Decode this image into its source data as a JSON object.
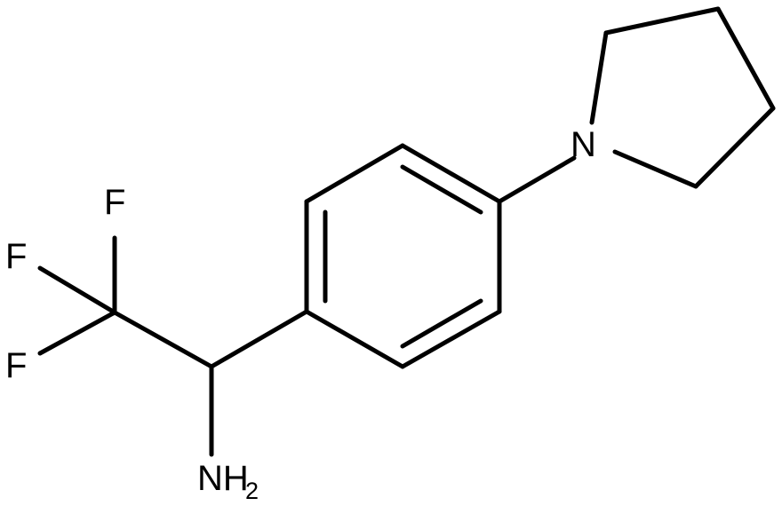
{
  "molecule": {
    "atoms": {
      "f_top": "F",
      "f_left": "F",
      "f_bottom": "F",
      "nitrogen_ring": "N",
      "amine_main": "NH",
      "amine_subscript": "2"
    },
    "line_color": "#000000"
  }
}
